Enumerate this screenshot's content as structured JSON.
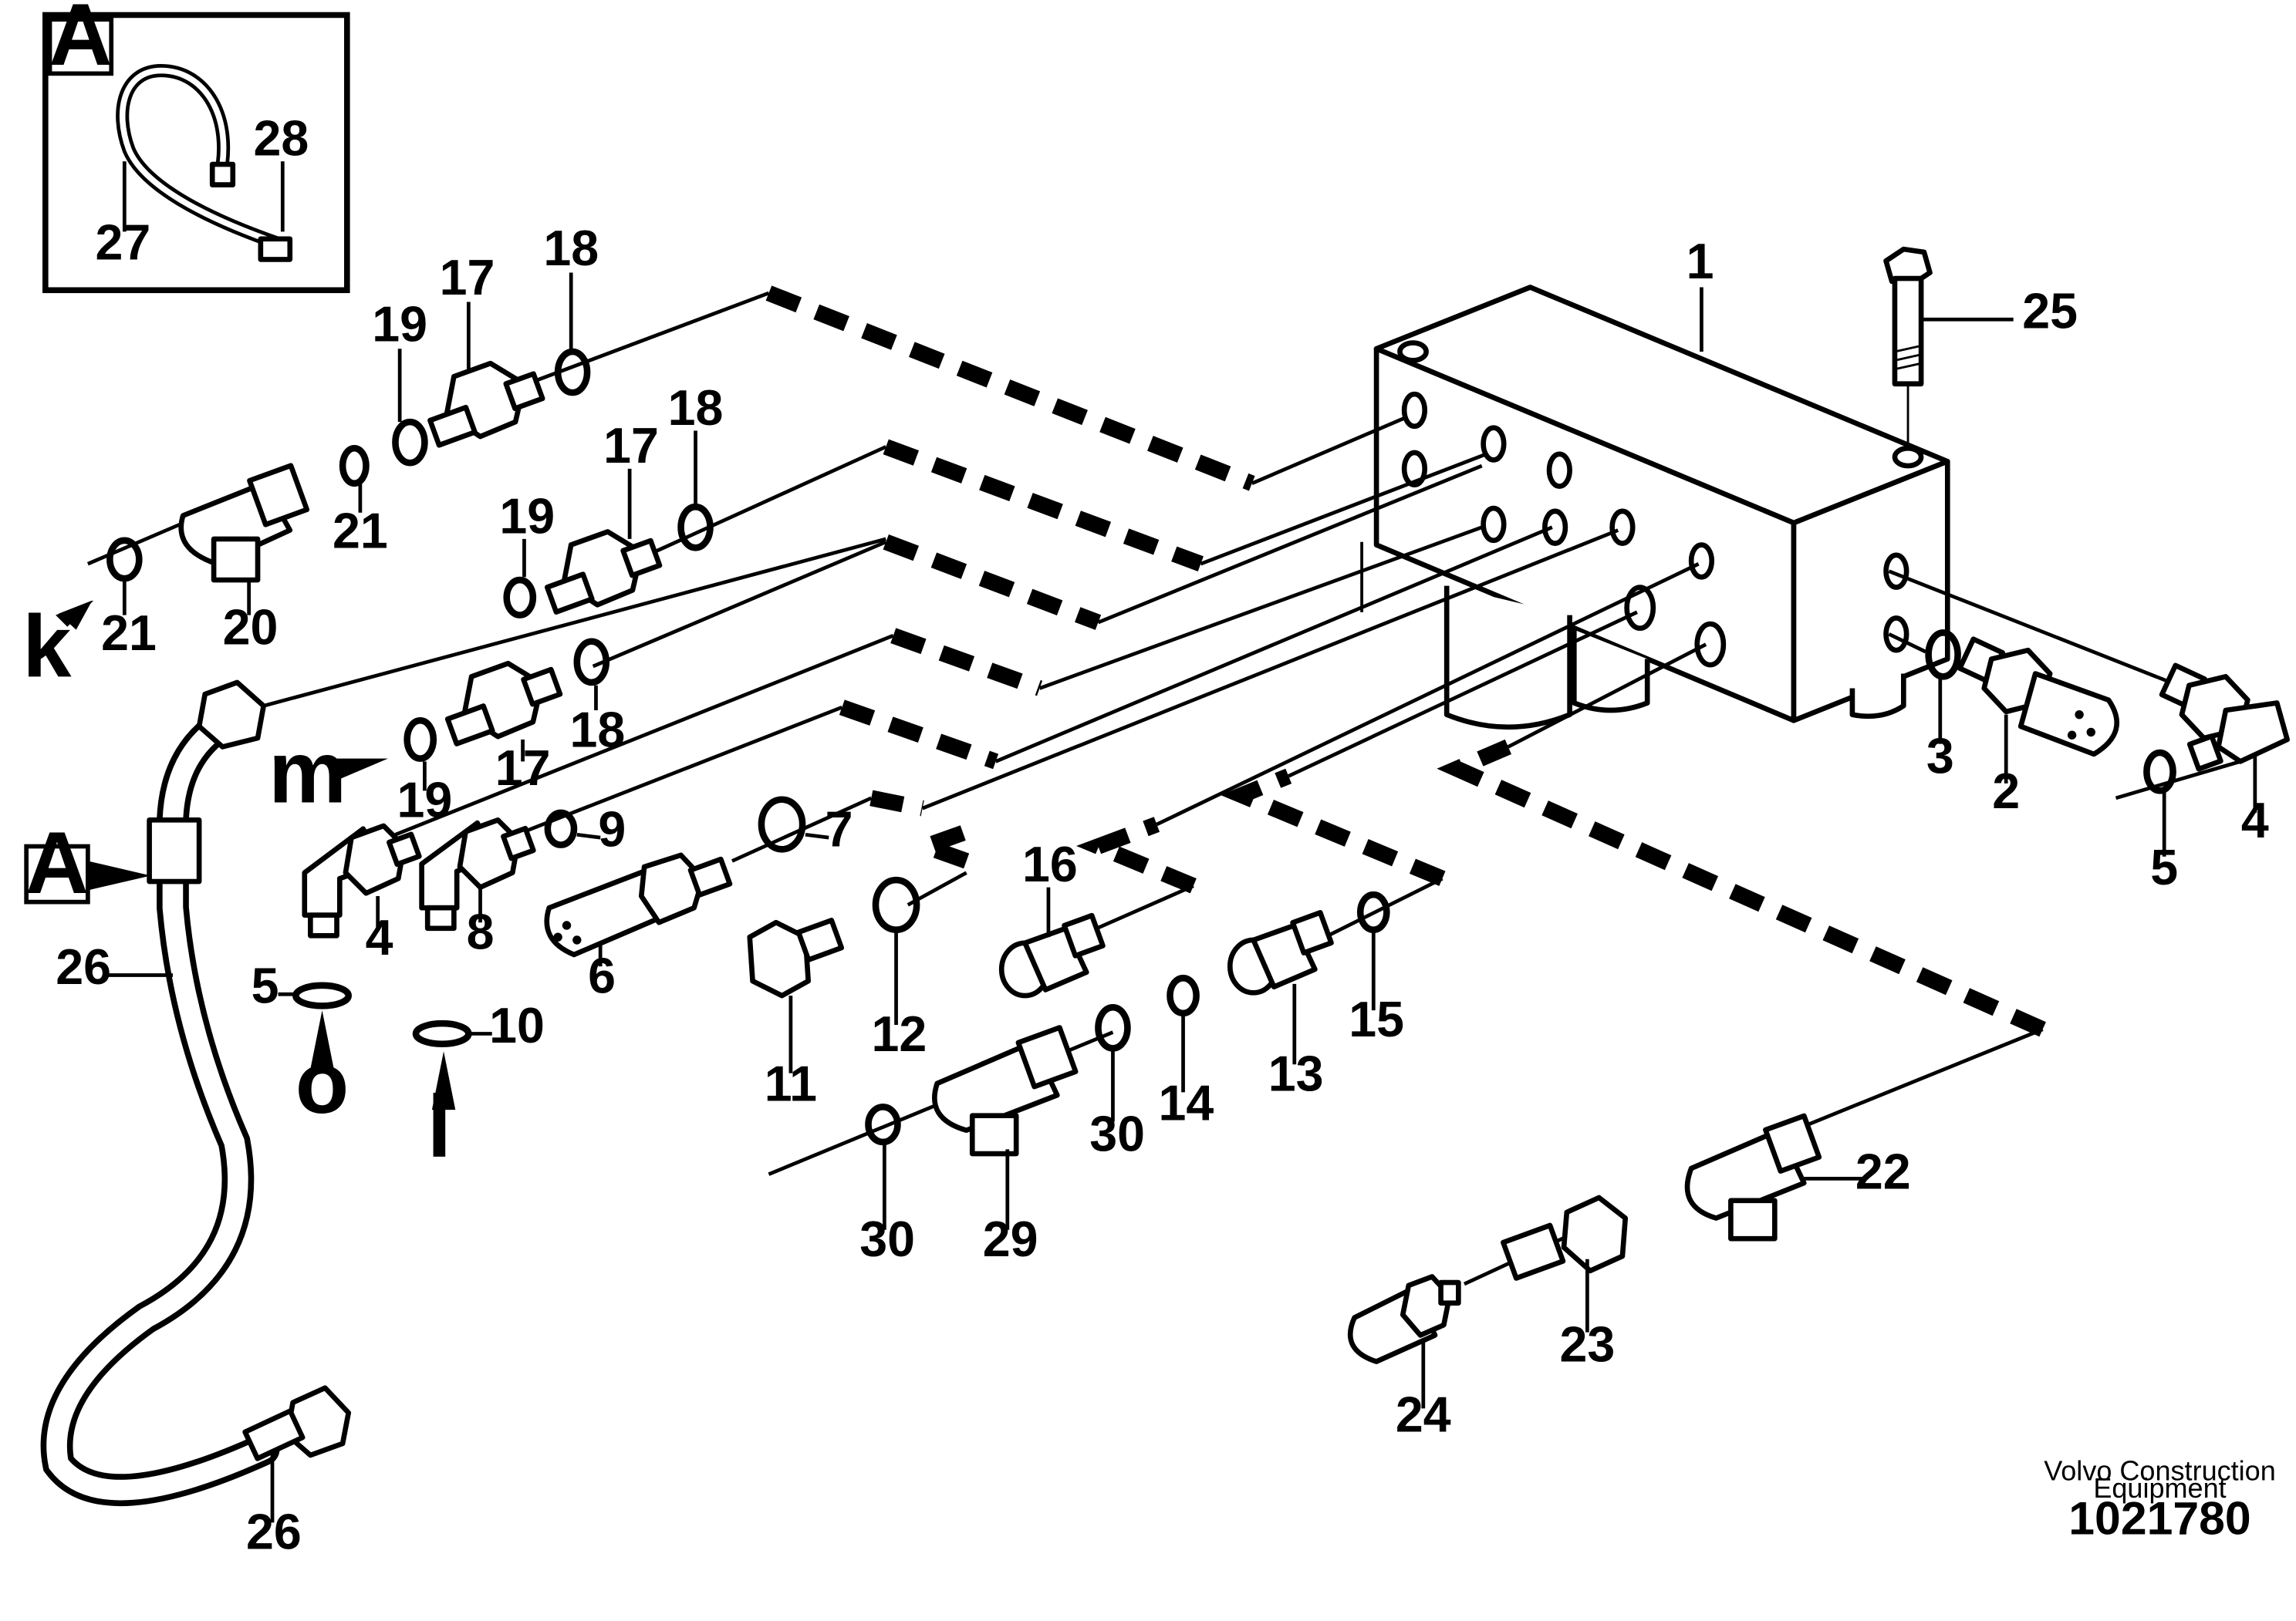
{
  "diagram": {
    "inset": {
      "letter": "A",
      "callouts": [
        "27",
        "28"
      ]
    },
    "callouts": {
      "c1": "1",
      "c2": "2",
      "c3": "3",
      "c4a": "4",
      "c4b": "4",
      "c5a": "5",
      "c5b": "5",
      "c6": "6",
      "c7": "7",
      "c8": "8",
      "c9": "9",
      "c10": "10",
      "c11": "11",
      "c12": "12",
      "c13": "13",
      "c14": "14",
      "c15": "15",
      "c16": "16",
      "c17a": "17",
      "c17b": "17",
      "c17c": "17",
      "c18a": "18",
      "c18b": "18",
      "c18c": "18",
      "c19a": "19",
      "c19b": "19",
      "c19c": "19",
      "c20": "20",
      "c21a": "21",
      "c21b": "21",
      "c22": "22",
      "c23": "23",
      "c24": "24",
      "c25": "25",
      "c26a": "26",
      "c26b": "26",
      "c29": "29",
      "c30a": "30",
      "c30b": "30"
    },
    "connection_letters": {
      "k": "k",
      "m": "m",
      "o": "o",
      "l": "l"
    },
    "detail_ref": "A"
  },
  "footer": {
    "company_line1": "Volvo Construction",
    "company_line2": "Equipment",
    "drawing_number": "1021780"
  }
}
